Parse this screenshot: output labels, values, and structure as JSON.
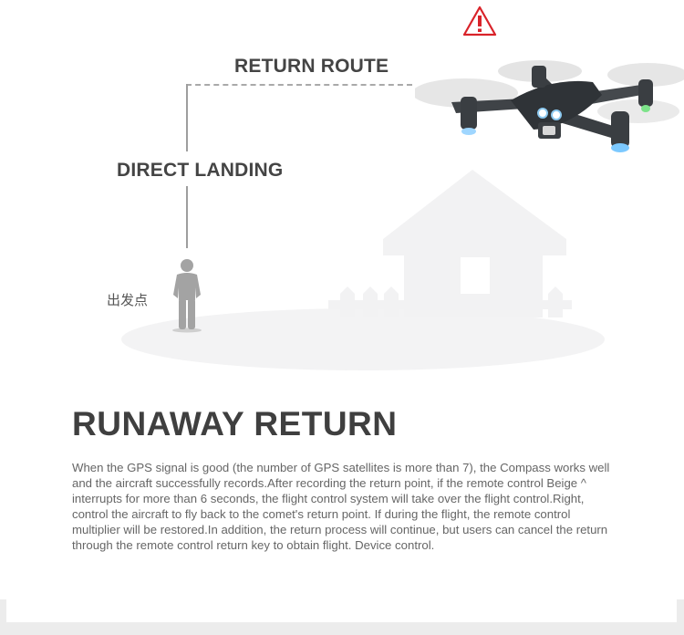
{
  "diagram": {
    "warning_icon": "warning-triangle-icon",
    "warning_color": "#d9232a",
    "labels": {
      "return_route": "RETURN ROUTE",
      "direct_landing": "DIRECT LANDING",
      "origin_point": "出发点"
    },
    "icons": {
      "drone": "drone-icon",
      "house": "house-icon",
      "person": "person-icon"
    }
  },
  "section": {
    "title": "RUNAWAY RETURN",
    "body": "When the GPS signal is good (the number of GPS satellites is more than 7), the Compass works well and the aircraft successfully records.After recording the return point, if the remote control Beige ^ interrupts for more than 6 seconds, the flight control system will take over the flight control.Right, control the aircraft to fly back to the comet's return point. If during the flight, the remote control multiplier will be restored.In addition, the return process will continue, but users can cancel the return through the remote control return key to obtain flight. Device control."
  }
}
